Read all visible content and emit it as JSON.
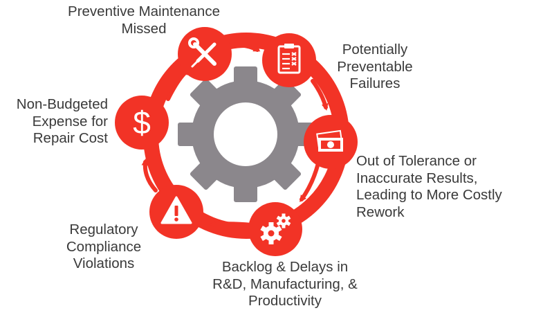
{
  "colors": {
    "accent": "#f23326",
    "gear": "#8b878c",
    "text": "#3a3a3a",
    "background": "#ffffff"
  },
  "center": {
    "icon": "gear-icon"
  },
  "steps": [
    {
      "icon": "wrench-screwdriver-icon",
      "lines": [
        "Preventive Maintenance",
        "Missed"
      ]
    },
    {
      "icon": "checklist-clipboard-icon",
      "lines": [
        "Potentially",
        "Preventable",
        "Failures"
      ]
    },
    {
      "icon": "money-bills-icon",
      "lines": [
        "Out of Tolerance or",
        "Inaccurate Results,",
        "Leading to More Costly",
        "Rework"
      ]
    },
    {
      "icon": "gears-icon",
      "lines": [
        "Backlog & Delays in",
        "R&D, Manufacturing, &",
        "Productivity"
      ]
    },
    {
      "icon": "warning-triangle-icon",
      "lines": [
        "Regulatory",
        "Compliance",
        "Violations"
      ]
    },
    {
      "icon": "dollar-sign-icon",
      "lines": [
        "Non-Budgeted",
        "Expense for",
        "Repair Cost"
      ]
    }
  ]
}
